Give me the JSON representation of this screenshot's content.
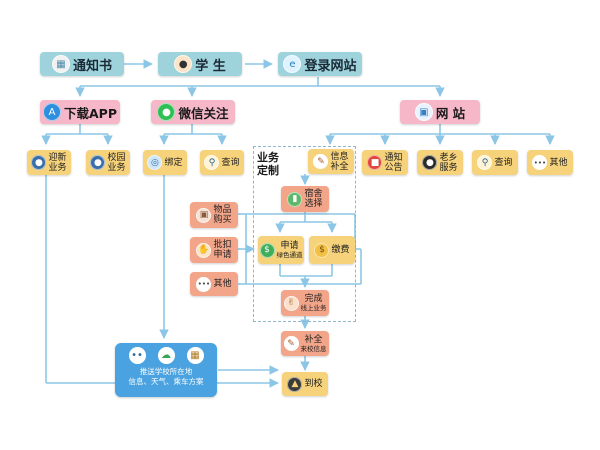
{
  "top": {
    "notice": "通知书",
    "student": "学 生",
    "login": "登录网站"
  },
  "mid": {
    "download": "下载APP",
    "wechat": "微信关注",
    "website": "网 站"
  },
  "app_items": {
    "welcome": [
      "迎新",
      "业务"
    ],
    "campus": [
      "校园",
      "业务"
    ]
  },
  "wechat_items": {
    "bind": "绑定",
    "query": "查询"
  },
  "business": {
    "custom": [
      "业务",
      "定制"
    ],
    "info_fill": [
      "信息",
      "补全"
    ],
    "dorm": [
      "宿舍",
      "选择"
    ],
    "apply": "申请",
    "apply_sub": "绿色通道",
    "pay": "缴费",
    "complete": "完成",
    "complete_sub": "线上业务"
  },
  "left_items": {
    "buy": [
      "物品",
      "购买"
    ],
    "approve": [
      "批扣",
      "申请"
    ],
    "other": "其他"
  },
  "site_items": {
    "notice": [
      "通知",
      "公告"
    ],
    "alumni": [
      "老乡",
      "服务"
    ],
    "query": "查询",
    "other": "其他"
  },
  "bottom": {
    "fill": "补全",
    "fill_sub": "来校信息",
    "arrive": "到校",
    "push_line1": "推送学校所在地",
    "push_line2": "信息、天气、乘车方案"
  },
  "icons": {
    "notice": "document-icon",
    "student": "student-avatar-icon",
    "login": "internet-globe-icon",
    "download": "app-store-icon",
    "wechat": "wechat-icon",
    "website": "monitor-icon"
  },
  "colors": {
    "teal": "#9fd3dc",
    "pink": "#f6b8c9",
    "yellow": "#f6d27a",
    "salmon": "#f3a58a",
    "blue": "#4aa3e0",
    "line": "#8cc6e6"
  }
}
